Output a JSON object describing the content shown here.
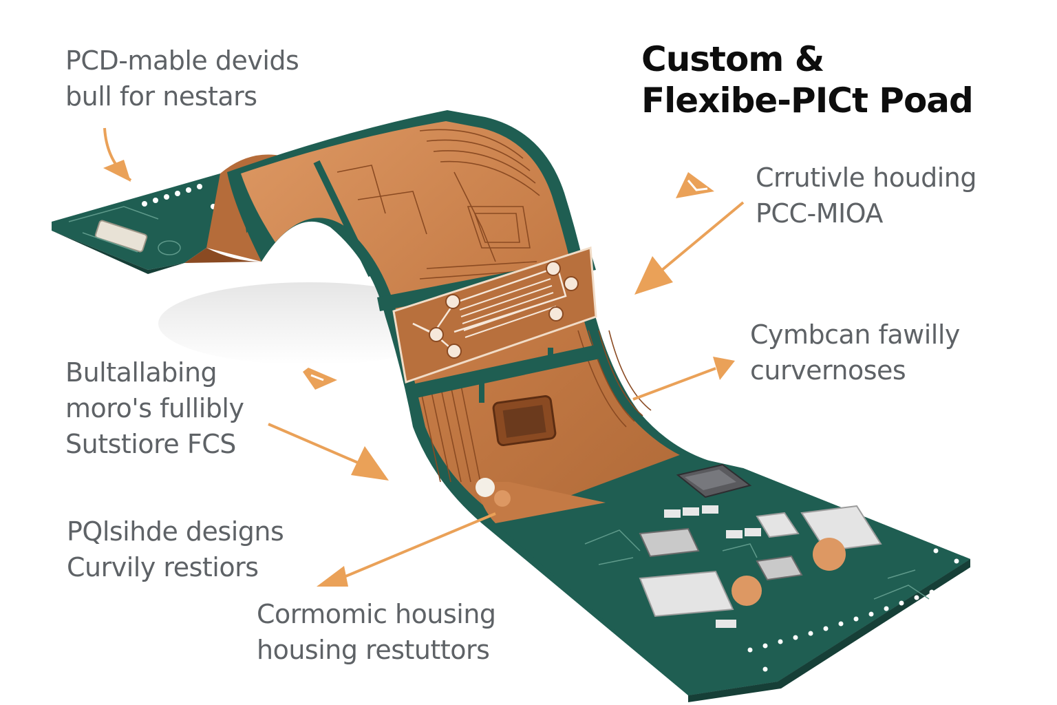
{
  "title": {
    "line1": "Custom &",
    "line2": "Flexibe-PICt Poad"
  },
  "callouts": [
    {
      "id": "top-left",
      "lines": [
        "PCD-mable devids",
        "bull for nestars"
      ]
    },
    {
      "id": "top-right",
      "lines": [
        "Crrutivle houding",
        "PCC-MIOA"
      ]
    },
    {
      "id": "mid-right",
      "lines": [
        "Cymbcan fawilly",
        "curvernoses"
      ]
    },
    {
      "id": "mid-left",
      "lines": [
        "Bultallabing",
        "moro's fullibly",
        "Sutstiore FCS"
      ]
    },
    {
      "id": "low-left",
      "lines": [
        "PQlsihde designs",
        "Curvily restiors"
      ]
    },
    {
      "id": "bottom",
      "lines": [
        "Cormomic housing",
        "housing restuttors"
      ]
    }
  ],
  "colors": {
    "board_green": "#1f5e52",
    "board_green_dark": "#163f37",
    "copper": "#c47a45",
    "copper_light": "#dd9863",
    "copper_dark": "#8a4a22",
    "arrow_orange": "#eaa158",
    "text_gray": "#5e6266",
    "title_black": "#0d0d0d"
  },
  "icons": [
    "arrow-icon",
    "triangle-marker-icon",
    "chip-icon",
    "connector-icon",
    "pad-icon"
  ]
}
